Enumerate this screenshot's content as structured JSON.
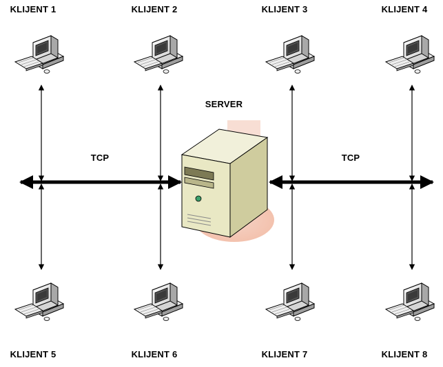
{
  "server": {
    "label": "SERVER"
  },
  "links": {
    "left": "TCP",
    "right": "TCP"
  },
  "clients": [
    {
      "label": "KLIJENT 1",
      "row": "top"
    },
    {
      "label": "KLIJENT 2",
      "row": "top"
    },
    {
      "label": "KLIJENT 3",
      "row": "top"
    },
    {
      "label": "KLIJENT 4",
      "row": "top"
    },
    {
      "label": "KLIJENT 5",
      "row": "bottom"
    },
    {
      "label": "KLIJENT 6",
      "row": "bottom"
    },
    {
      "label": "KLIJENT 7",
      "row": "bottom"
    },
    {
      "label": "KLIJENT 8",
      "row": "bottom"
    }
  ],
  "colors": {
    "line": "#000000",
    "computer_body": "#eeeeee",
    "computer_shadow": "#9a9a9a",
    "screen": "#4a4a4a",
    "server_body": "#e9e8c4",
    "server_side": "#c9c698",
    "server_glow": "#f3c7b6",
    "server_led": "#3aa06b"
  },
  "icons": {
    "client": "desktop-computer-icon",
    "server": "server-tower-icon"
  }
}
